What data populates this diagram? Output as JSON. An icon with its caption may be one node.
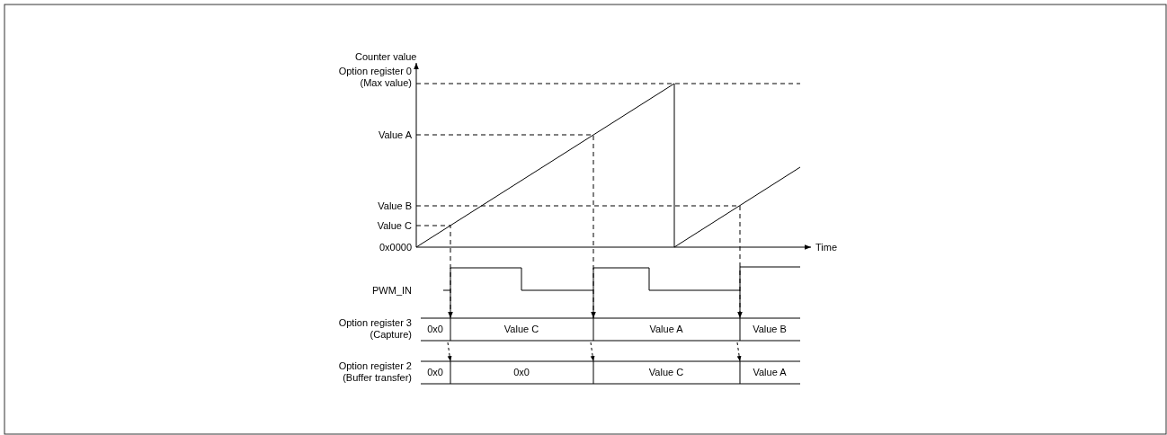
{
  "diagram": {
    "labels": [
      "Counter value",
      "Option register 0 (Max value)",
      "Value A",
      "Value B",
      "Value C",
      "0x0000",
      "Time",
      "PWM_IN",
      "Option register 3 (Capture)",
      "0x0",
      "Value C",
      "Value A",
      "Value B",
      "Option register 2 (Buffer transfer)",
      "0x0",
      "0x0",
      "Value C",
      "Value A"
    ]
  }
}
